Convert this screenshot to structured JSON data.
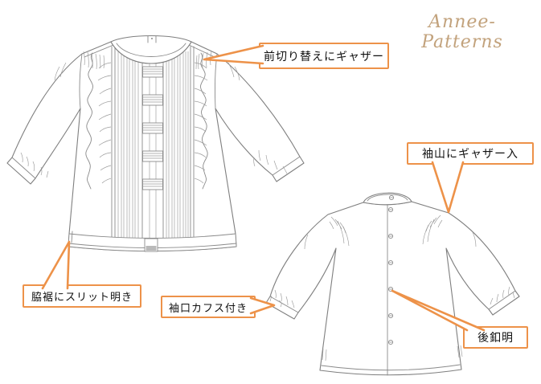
{
  "brand": {
    "logo_text": "Annee-Patterns",
    "logo_color": "#C2A27C"
  },
  "palette": {
    "callout_orange": "#ED9249",
    "line_art_gray": "#8a8a8a",
    "label_text": "#111111",
    "background": "#ffffff"
  },
  "callouts": [
    {
      "id": "front-yoke-gathers",
      "label": "前切り替えにギャザー"
    },
    {
      "id": "sleeve-cap-gathers",
      "label": "袖山にギャザー入"
    },
    {
      "id": "side-hem-slit",
      "label": "脇裾にスリット明き"
    },
    {
      "id": "sleeve-cuff",
      "label": "袖口カフス付き"
    },
    {
      "id": "back-button-opening",
      "label": "後釦明"
    }
  ]
}
